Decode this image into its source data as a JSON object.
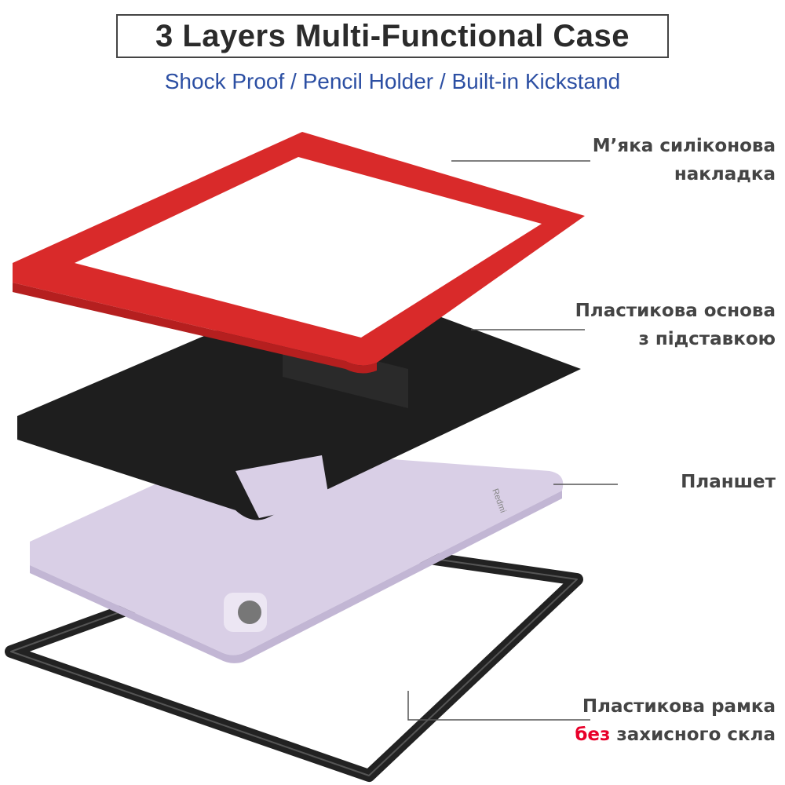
{
  "header": {
    "title": "3 Layers Multi-Functional Case",
    "subtitle": "Shock Proof / Pencil Holder / Built-in Kickstand"
  },
  "labels": {
    "silicone": [
      "М’яка силіконова",
      "накладка"
    ],
    "base": [
      "Пластикова основа",
      "з підставкою"
    ],
    "tablet": "Планшет",
    "frame_line1": "Пластикова рамка",
    "frame_highlight": "без",
    "frame_rest": "захисного скла"
  },
  "product": {
    "tablet_brand": "Redmi"
  },
  "colors": {
    "silicone": "#d92a2a",
    "base": "#1e1e1e",
    "tablet": "#d9cfe6",
    "frame": "#222222",
    "accent_text": "#e8002a",
    "subtitle": "#2c4fa3"
  }
}
